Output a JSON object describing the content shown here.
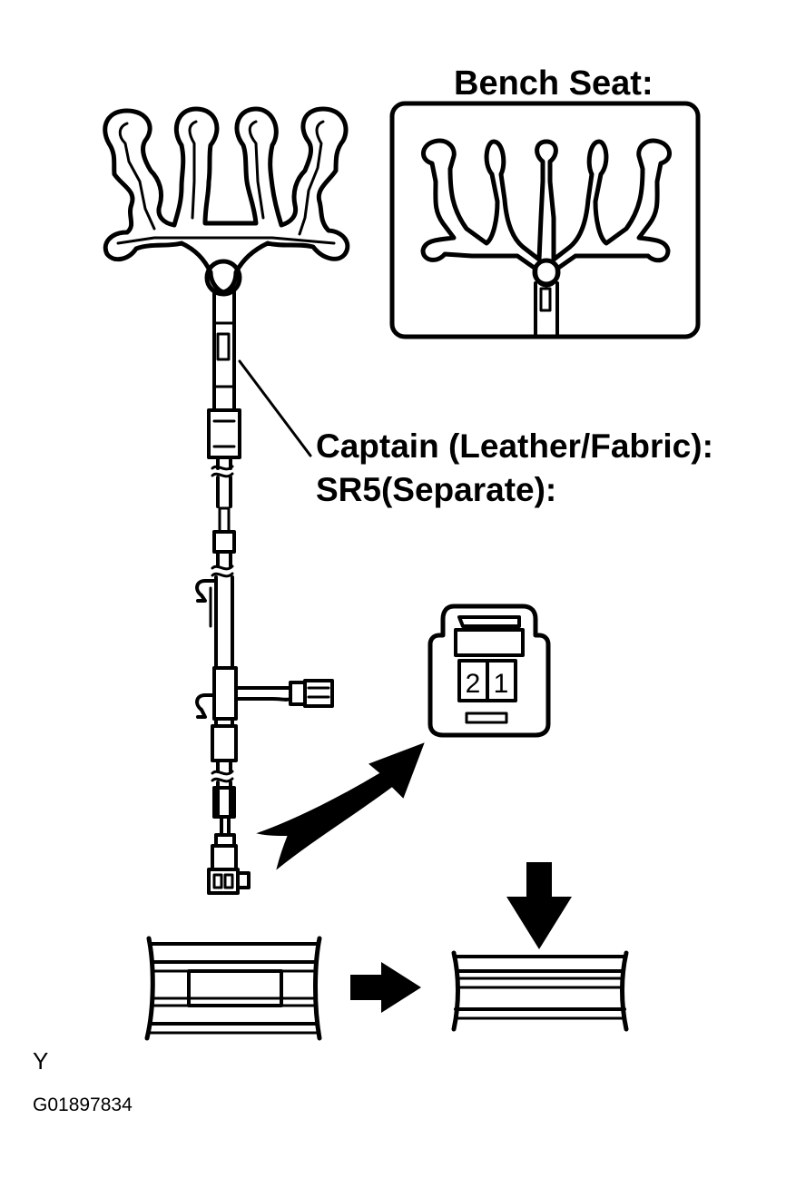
{
  "labels": {
    "bench_seat": "Bench Seat:",
    "captain": "Captain (Leather/Fabric):",
    "sr5": "SR5(Separate):",
    "figure_letter": "Y",
    "figure_code": "G01897834"
  },
  "connector": {
    "pin_2": "2",
    "pin_1": "1"
  }
}
